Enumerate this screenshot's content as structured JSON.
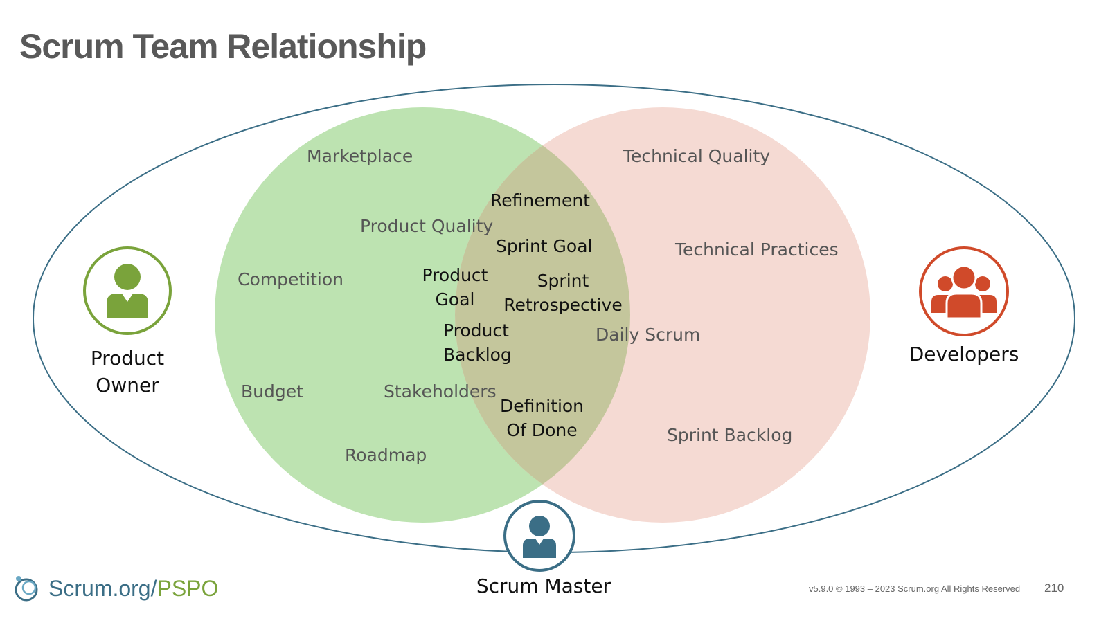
{
  "slide": {
    "title": "Scrum Team Relationship"
  },
  "colors": {
    "product_owner_circle": "#bde3b1",
    "developers_circle": "#f5dad3",
    "overlap": "#c4c69c",
    "scrum_team_outline": "#3b6e86",
    "product_owner_icon": "#7aa33b",
    "developers_icon": "#d04a2a",
    "scrum_master_icon": "#3b6e86"
  },
  "roles": {
    "product_owner": {
      "line1": "Product",
      "line2": "Owner",
      "icon": "person-icon"
    },
    "developers": {
      "label": "Developers",
      "icon": "group-icon"
    },
    "scrum_master": {
      "label": "Scrum Master",
      "icon": "person-icon"
    }
  },
  "product_owner_terms": {
    "marketplace": "Marketplace",
    "competition": "Competition",
    "budget": "Budget",
    "roadmap": "Roadmap"
  },
  "developers_terms": {
    "technical_quality": "Technical Quality",
    "technical_practices": "Technical Practices",
    "daily_scrum": "Daily Scrum",
    "sprint_backlog": "Sprint Backlog"
  },
  "shared_terms": {
    "refinement": "Refinement",
    "product_quality": "Product Quality",
    "sprint_goal": "Sprint Goal",
    "product_goal_1": "Product",
    "product_goal_2": "Goal",
    "sprint_retro_1": "Sprint",
    "sprint_retro_2": "Retrospective",
    "product_backlog_1": "Product",
    "product_backlog_2": "Backlog",
    "stakeholders": "Stakeholders",
    "dod_1": "Definition",
    "dod_2": "Of Done"
  },
  "footer": {
    "logo_main": "Scrum",
    "logo_org": ".org/",
    "logo_pspo": "PSPO",
    "copyright": "v5.9.0 © 1993 – 2023 Scrum.org All Rights Reserved",
    "page_number": "210"
  }
}
